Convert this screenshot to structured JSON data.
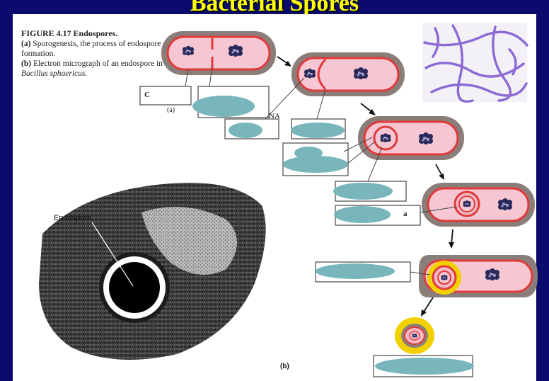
{
  "title": "Bacterial Spores",
  "caption": {
    "figure_label": "FIGURE 4.17",
    "figure_title": "Endospores.",
    "part_a_tag": "(a)",
    "part_a_text": "Sporogenesis, the process of endospore formation.",
    "part_b_tag": "(b)",
    "part_b_text": "Electron micrograph of an endospore in",
    "part_b_species": "Bacillus sphaericus."
  },
  "labels": {
    "panel_a": "(a)",
    "panel_b": "(b)",
    "endospore": "Endospore",
    "fragment_dna": "NA",
    "fragment_c": "C",
    "fragment_a": "a"
  },
  "colors": {
    "slide_bg": "#0b0b6e",
    "title": "#ffff00",
    "cell_wall": "#8a7e7a",
    "membrane": "#e03a3a",
    "cytoplasm": "#f6c6d3",
    "dna": "#2a2a5a",
    "spore_coat": "#f2d100",
    "answer_blob": "#78b6bb"
  }
}
